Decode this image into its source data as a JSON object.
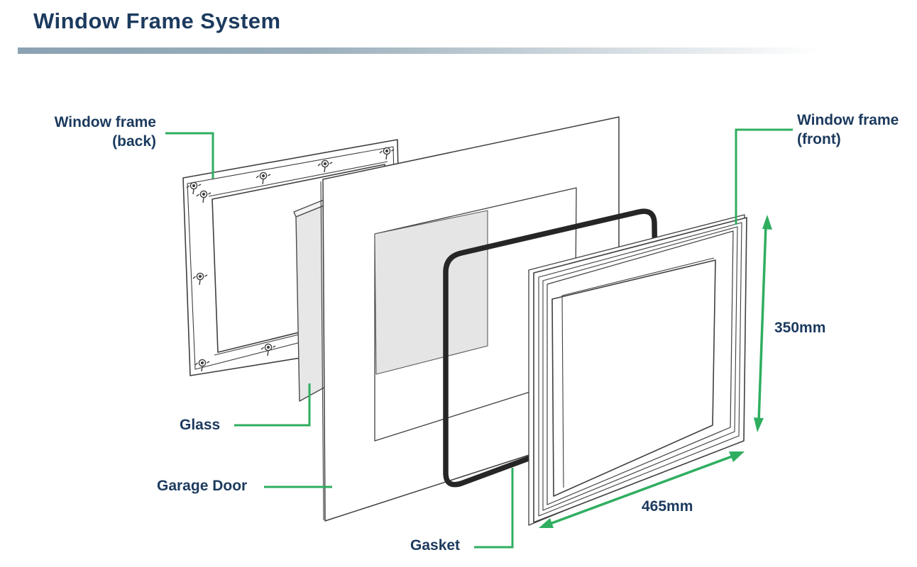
{
  "title": "Window Frame System",
  "labels": {
    "frame_back": {
      "line1": "Window frame",
      "line2": "(back)"
    },
    "frame_front": {
      "line1": "Window frame",
      "line2": "(front)"
    },
    "glass": "Glass",
    "garage_door": "Garage Door",
    "gasket": "Gasket"
  },
  "dimensions": {
    "height": "350mm",
    "width": "465mm"
  },
  "colors": {
    "heading_navy": "#1c3a5e",
    "annotation_green": "#2fae60",
    "drawing_line": "#3f3f3f",
    "gasket_black": "#262626",
    "glass_gray": "#e7e7e7",
    "divider_slate": "#8ba2b2"
  },
  "parts_order_back_to_front": [
    "Window frame (back)",
    "Glass",
    "Garage Door",
    "Gasket",
    "Window frame (front)"
  ]
}
